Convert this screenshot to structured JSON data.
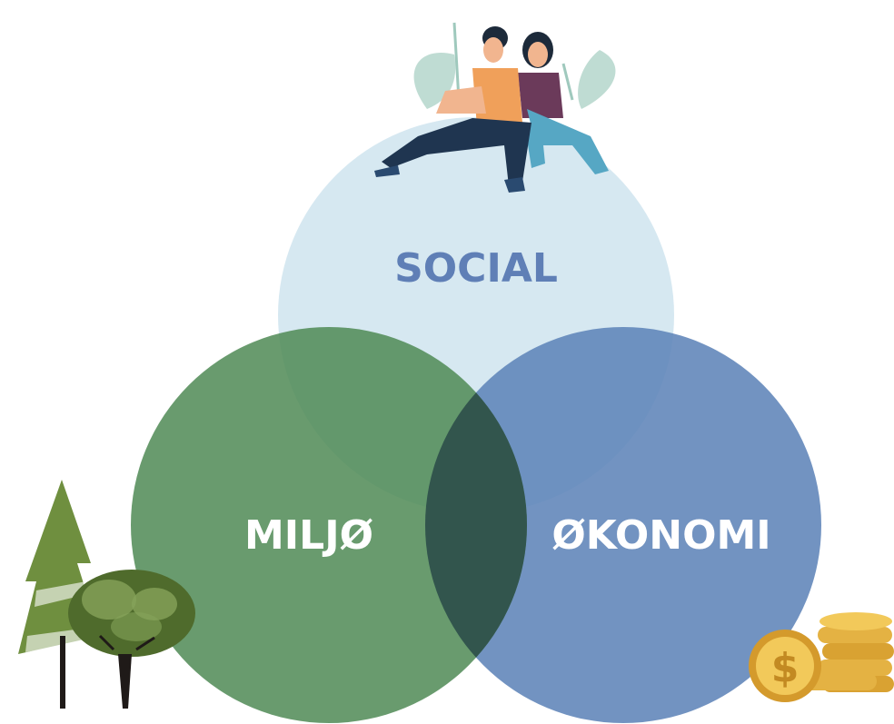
{
  "diagram": {
    "circles": [
      {
        "id": "social",
        "label": "SOCIAL",
        "fill": "#cfe4ee",
        "text_color": "#5f7fb6"
      },
      {
        "id": "miljo",
        "label": "MILJØ",
        "fill": "#4f8a55",
        "text_color": "#ffffff"
      },
      {
        "id": "okonomi",
        "label": "ØKONOMI",
        "fill": "#5f84b8",
        "text_color": "#ffffff"
      }
    ],
    "intersection_color": "#2f4f4a",
    "illustrations": [
      "people-sitting-illustration",
      "trees-illustration",
      "coins-illustration"
    ],
    "coin_symbol": "$"
  }
}
